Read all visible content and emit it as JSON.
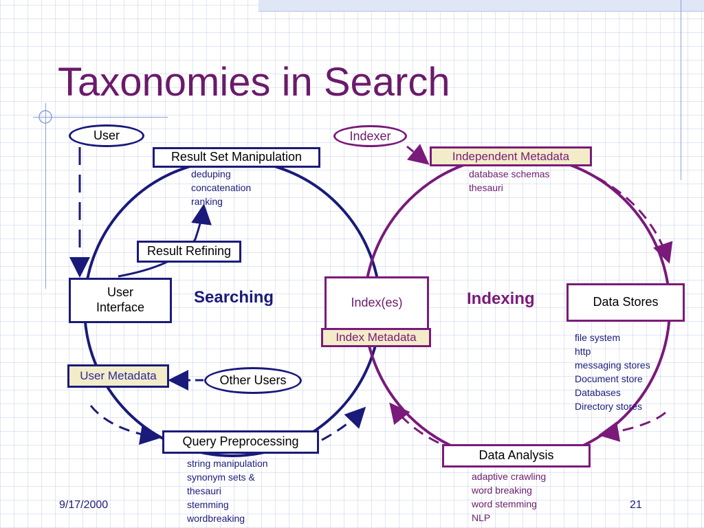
{
  "title": "Taxonomies in Search",
  "searching": {
    "label": "Searching",
    "user": "User",
    "result_set_manipulation": "Result Set Manipulation",
    "result_set_items": [
      "deduping",
      "concatenation",
      "ranking"
    ],
    "result_refining": "Result Refining",
    "user_interface": [
      "User",
      "Interface"
    ],
    "user_metadata": "User Metadata",
    "other_users": "Other Users",
    "query_preprocessing": "Query Preprocessing",
    "query_items": [
      "string manipulation",
      "synonym sets &",
      "thesauri",
      "stemming",
      "wordbreaking"
    ]
  },
  "indexing": {
    "label": "Indexing",
    "indexer": "Indexer",
    "independent_metadata": "Independent Metadata",
    "independent_items": [
      "database schemas",
      "thesauri"
    ],
    "data_stores": "Data Stores",
    "data_store_items": [
      "file system",
      "http",
      "messaging stores",
      "Document store",
      "Databases",
      "Directory stores"
    ],
    "data_analysis": "Data Analysis",
    "analysis_items": [
      "adaptive crawling",
      "word breaking",
      "word stemming",
      "NLP"
    ]
  },
  "shared": {
    "index": "Index(es)",
    "index_metadata": "Index Metadata"
  },
  "footer": {
    "date": "9/17/2000",
    "page": "21"
  },
  "colors": {
    "navy": "#1a1a7a",
    "purple": "#7a1a7a",
    "title": "#6b1a6b",
    "metadata_fill": "#f3ecc9"
  }
}
